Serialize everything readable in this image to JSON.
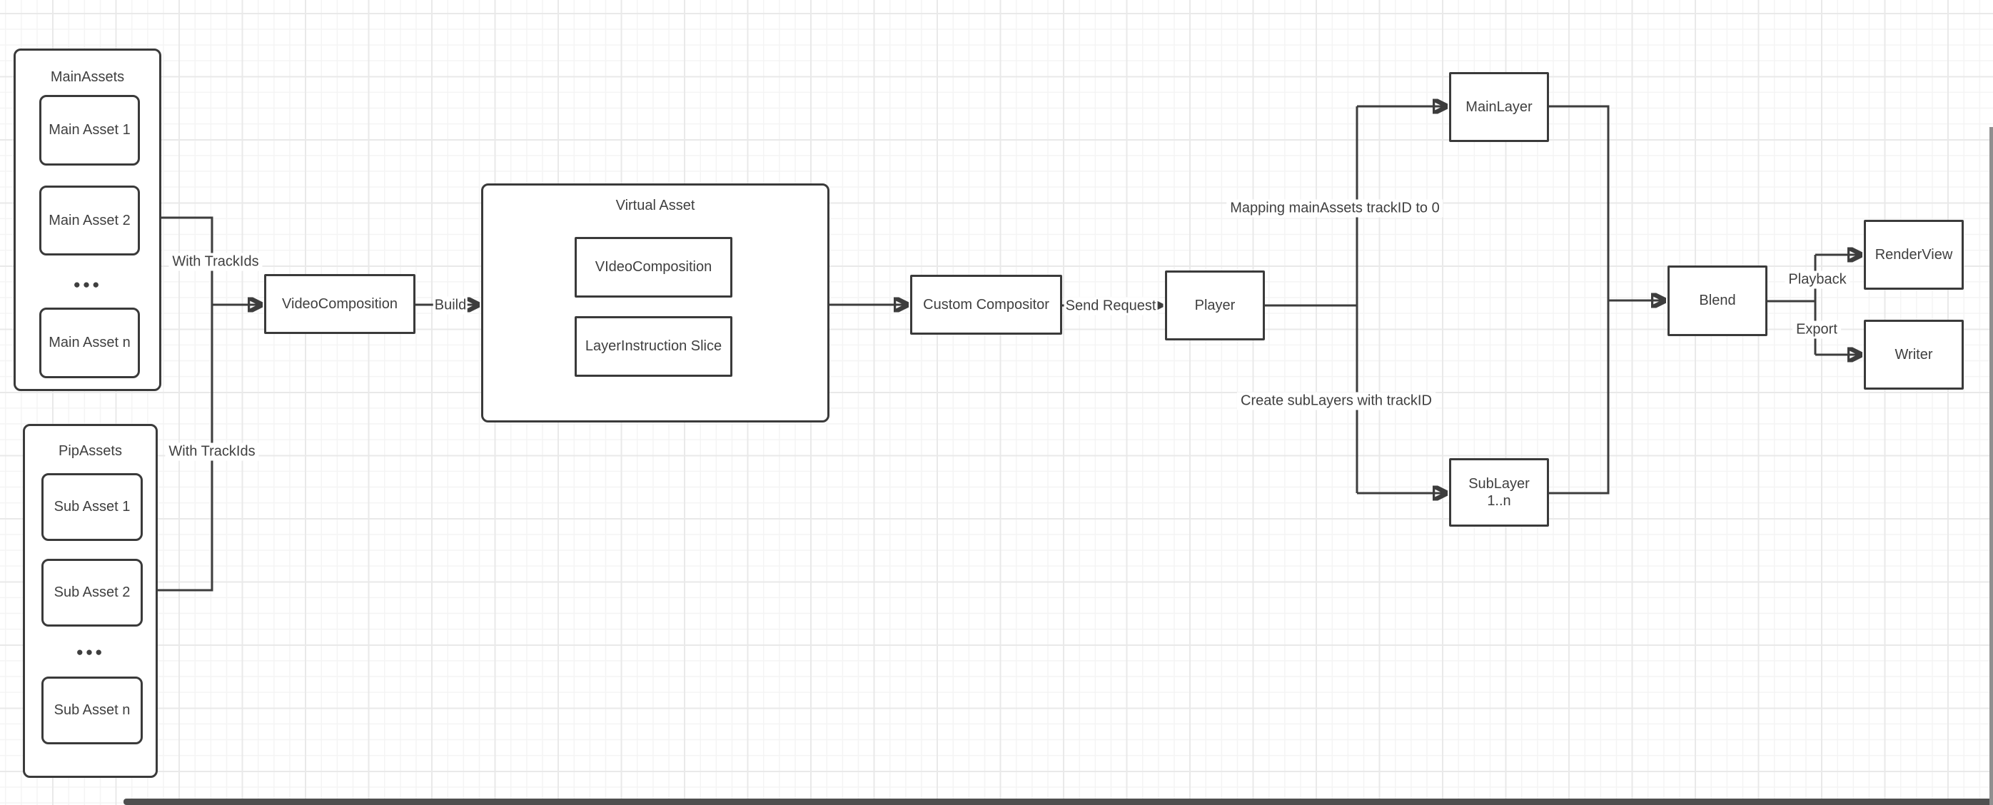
{
  "containers": {
    "mainAssets": {
      "title": "MainAssets",
      "items": [
        "Main Asset 1",
        "Main Asset 2",
        "Main Asset n"
      ],
      "ellipsis": "●●●"
    },
    "pipAssets": {
      "title": "PipAssets",
      "items": [
        "Sub Asset 1",
        "Sub Asset 2",
        "Sub Asset n"
      ],
      "ellipsis": "●●●"
    },
    "virtualAsset": {
      "title": "Virtual Asset",
      "children": [
        "VIdeoComposition",
        "LayerInstruction Slice"
      ]
    }
  },
  "nodes": {
    "videoComposition": "VideoComposition",
    "customCompositor": "Custom Compositor",
    "player": "Player",
    "mainLayer": "MainLayer",
    "subLayer": {
      "line1": "SubLayer",
      "line2": "1..n"
    },
    "blend": "Blend",
    "renderView": "RenderView",
    "writer": "Writer"
  },
  "edge_labels": {
    "with_track_ids_main": "With TrackIds",
    "with_track_ids_pip": "With TrackIds",
    "build": "Build",
    "send_request": "Send Request",
    "mapping_main": "Mapping mainAssets trackID to 0",
    "create_sub": "Create subLayers with trackID",
    "playback": "Playback",
    "export": "Export"
  },
  "colors": {
    "stroke": "#3d3d3d",
    "text": "#3f3f3f",
    "canvas": "#ffffff",
    "grid_minor": "#f4f4f4",
    "grid_major": "#e9e9e9",
    "scrollbar_horizontal": "#4f4f4f",
    "scrollbar_vertical": "#8f8f8f"
  }
}
